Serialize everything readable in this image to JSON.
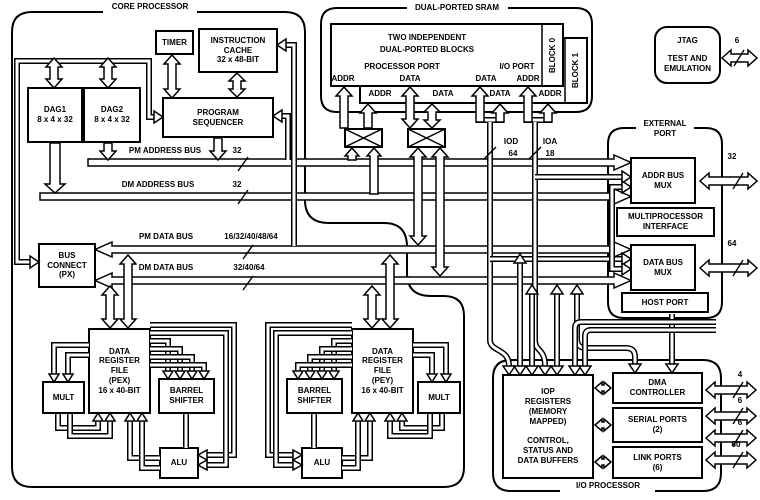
{
  "sections": {
    "core": "CORE PROCESSOR",
    "sram": "DUAL-PORTED SRAM",
    "external": [
      "EXTERNAL",
      "PORT"
    ],
    "io": "I/O PROCESSOR"
  },
  "sram": {
    "line1": "TWO  INDEPENDENT",
    "line2": "DUAL-PORTED BLOCKS",
    "processor_port": "PROCESSOR PORT",
    "io_port": "I/O PORT",
    "front_labels": [
      "ADDR",
      "DATA",
      "DATA",
      "ADDR"
    ],
    "back_labels": [
      "ADDR",
      "DATA",
      "DATA",
      "ADDR"
    ],
    "block0": "BLOCK 0",
    "block1": "BLOCK 1"
  },
  "boxes": {
    "timer": [
      "TIMER"
    ],
    "icache": [
      "INSTRUCTION",
      "CACHE",
      "32 x 48-BIT"
    ],
    "dag1": [
      "DAG1",
      "8 x 4 x 32"
    ],
    "dag2": [
      "DAG2",
      "8 x 4 x 32"
    ],
    "sequencer": [
      "PROGRAM",
      "SEQUENCER"
    ],
    "bus_connect": [
      "BUS",
      "CONNECT",
      "(PX)"
    ],
    "mult": [
      "MULT"
    ],
    "drf_pex": [
      "DATA",
      "REGISTER",
      "FILE",
      "(PEX)",
      "16 x 40-BIT"
    ],
    "drf_pey": [
      "DATA",
      "REGISTER",
      "FILE",
      "(PEY)",
      "16 x 40-BIT"
    ],
    "barrel": [
      "BARREL",
      "SHIFTER"
    ],
    "alu": [
      "ALU"
    ],
    "jtag": [
      "JTAG",
      "TEST AND",
      "EMULATION"
    ],
    "addr_mux": [
      "ADDR BUS",
      "MUX"
    ],
    "mpi": [
      "MULTIPROCESSOR",
      "INTERFACE"
    ],
    "data_mux": [
      "DATA BUS",
      "MUX"
    ],
    "host_port": [
      "HOST PORT"
    ],
    "iop_top": [
      "IOP",
      "REGISTERS",
      "(MEMORY",
      "MAPPED)"
    ],
    "iop_bottom": [
      "CONTROL,",
      "STATUS AND",
      "DATA BUFFERS"
    ],
    "dma": [
      "DMA",
      "CONTROLLER"
    ],
    "serial": [
      "SERIAL PORTS",
      "(2)"
    ],
    "link": [
      "LINK PORTS",
      "(6)"
    ]
  },
  "buses": {
    "pm_addr": {
      "label": "PM ADDRESS BUS",
      "width": "32"
    },
    "dm_addr": {
      "label": "DM ADDRESS BUS",
      "width": "32"
    },
    "pm_data": {
      "label": "PM DATA BUS",
      "width": "16/32/40/48/64"
    },
    "dm_data": {
      "label": "DM DATA BUS",
      "width": "32/40/64"
    }
  },
  "signals": {
    "iod": "IOD",
    "iod_width": "64",
    "ioa": "IOA",
    "ioa_width": "18"
  },
  "pins": {
    "jtag": "6",
    "ext_addr": "32",
    "ext_data": "64",
    "dma": "4",
    "serial1": "6",
    "serial2": "6",
    "link": "60"
  }
}
